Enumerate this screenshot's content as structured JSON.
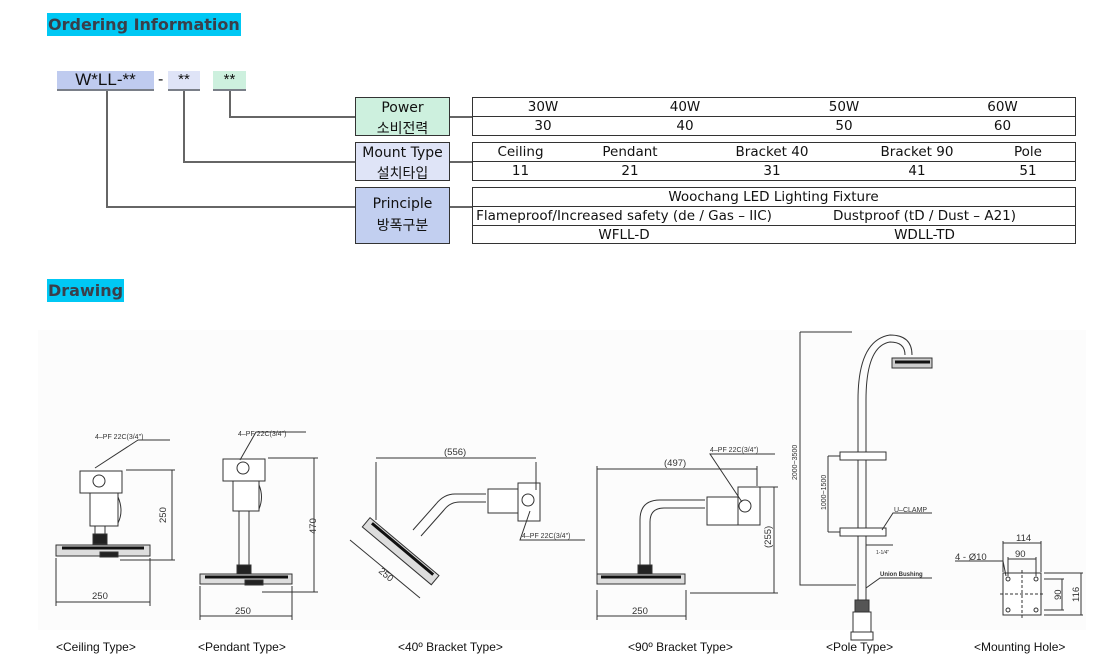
{
  "ordering": {
    "title": "Ordering Information",
    "code": {
      "model": "W*LL-**",
      "separator": "-",
      "mount_code": "**",
      "power_code": "**"
    },
    "power": {
      "label_en": "Power",
      "label_ko": "소비전력",
      "options": [
        {
          "name": "30W",
          "code": "30"
        },
        {
          "name": "40W",
          "code": "40"
        },
        {
          "name": "50W",
          "code": "50"
        },
        {
          "name": "60W",
          "code": "60"
        }
      ]
    },
    "mount_type": {
      "label_en": "Mount Type",
      "label_ko": "설치타입",
      "options": [
        {
          "name": "Ceiling",
          "code": "11"
        },
        {
          "name": "Pendant",
          "code": "21"
        },
        {
          "name": "Bracket 40",
          "code": "31"
        },
        {
          "name": "Bracket 90",
          "code": "41"
        },
        {
          "name": "Pole",
          "code": "51"
        }
      ]
    },
    "principle": {
      "label_en": "Principle",
      "label_ko": "방폭구분",
      "header": "Woochang LED Lighting Fixture",
      "options": [
        {
          "name": "Flameproof/Increased safety (de / Gas – IIC)",
          "code": "WFLL-D"
        },
        {
          "name": "Dustproof (tD / Dust – A21)",
          "code": "WDLL-TD"
        }
      ]
    }
  },
  "drawing": {
    "title": "Drawing",
    "views": [
      {
        "caption": "<Ceiling Type>",
        "dims": [
          "4–PF 22C(3/4\")",
          "250",
          "250"
        ]
      },
      {
        "caption": "<Pendant Type>",
        "dims": [
          "4–PF 22C(3/4\")",
          "470",
          "250"
        ]
      },
      {
        "caption": "<40º Bracket Type>",
        "dims": [
          "(556)",
          "4–PF 22C(3/4\")",
          "250"
        ]
      },
      {
        "caption": "<90º Bracket Type>",
        "dims": [
          "(497)",
          "4–PF 22C(3/4\")",
          "(255)",
          "250"
        ]
      },
      {
        "caption": "<Pole Type>",
        "dims": [
          "2000~3500",
          "1000~1500",
          "U–CLAMP",
          "1-1/4\"",
          "Union Bushing"
        ]
      },
      {
        "caption": "<Mounting Hole>",
        "dims": [
          "114",
          "90",
          "4 - Ø10",
          "90",
          "116"
        ]
      }
    ]
  }
}
